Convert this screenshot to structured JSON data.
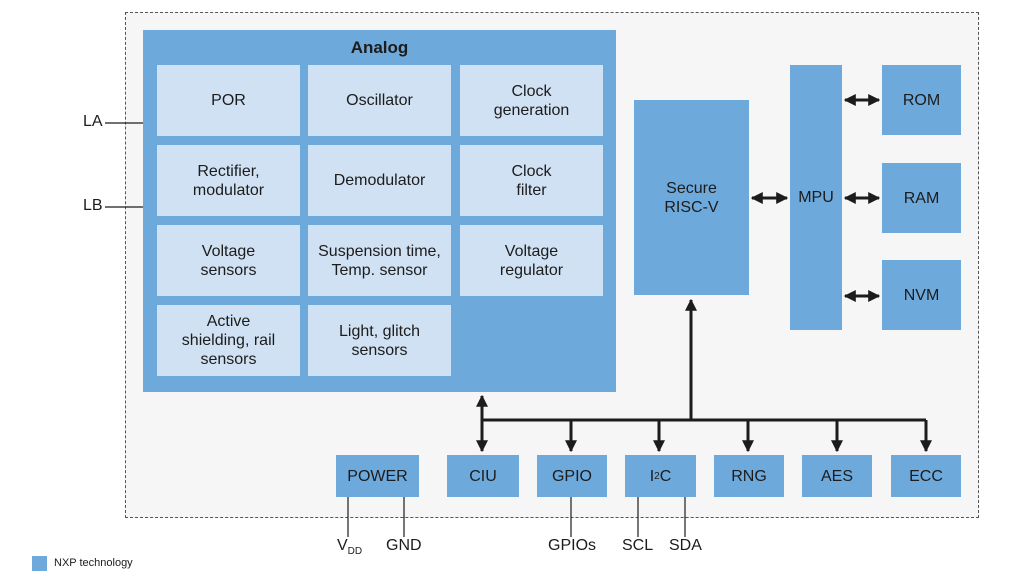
{
  "analog": {
    "title": "Analog",
    "cells": [
      "POR",
      "Oscillator",
      "Clock\ngeneration",
      "Rectifier,\nmodulator",
      "Demodulator",
      "Clock\nfilter",
      "Voltage\nsensors",
      "Suspension time,\nTemp. sensor",
      "Voltage\nregulator",
      "Active\nshielding, rail\nsensors",
      "Light, glitch\nsensors"
    ]
  },
  "cpu": {
    "label": "Secure\nRISC-V"
  },
  "mpu": {
    "label": "MPU"
  },
  "memories": [
    "ROM",
    "RAM",
    "NVM"
  ],
  "peripherals": {
    "power": "POWER",
    "ciu": "CIU",
    "gpio": "GPIO",
    "i2c_main": "I",
    "i2c_sup": "2",
    "i2c_tail": "C",
    "rng": "RNG",
    "aes": "AES",
    "ecc": "ECC"
  },
  "pins": {
    "la": "LA",
    "lb": "LB",
    "vdd_main": "V",
    "vdd_sub": "DD",
    "gnd": "GND",
    "gpios": "GPIOs",
    "scl": "SCL",
    "sda": "SDA"
  },
  "legend": {
    "label": "NXP technology"
  },
  "colors": {
    "block": "#6ea9dc",
    "cell": "#cfe1f3",
    "line": "#1c1c1c"
  }
}
